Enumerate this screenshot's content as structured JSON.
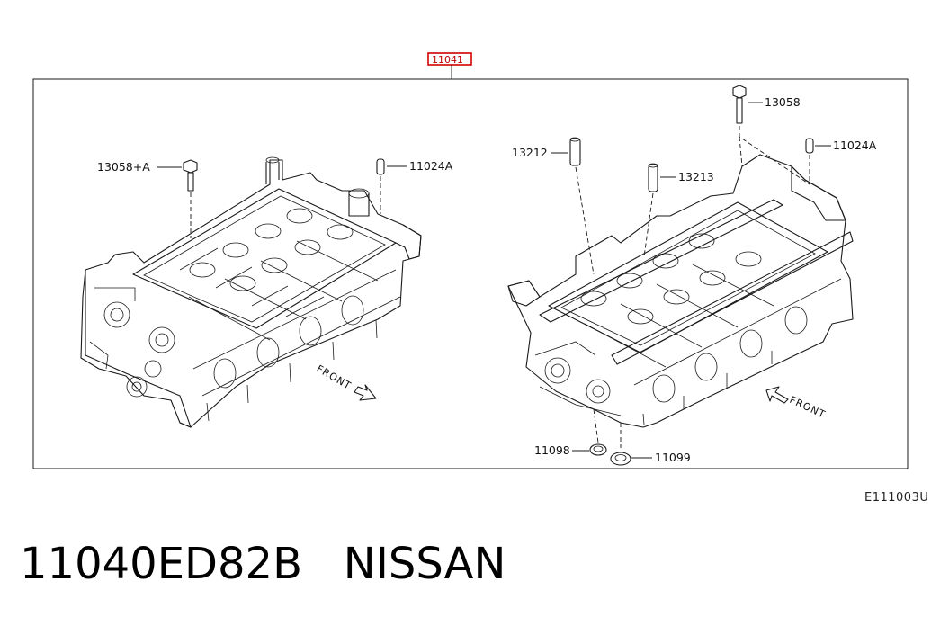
{
  "main_part_ref": "11041",
  "callouts": {
    "bolt_left": "13058+A",
    "dowel_left": "11024A",
    "pin_13212": "13212",
    "pin_13213": "13213",
    "bolt_right": "13058",
    "dowel_right": "11024A",
    "seal_11098": "11098",
    "seal_11099": "11099"
  },
  "direction_labels": {
    "left": "FRONT",
    "right": "FRONT"
  },
  "diagram_code": "E111003U",
  "footer": {
    "part_number": "11040ED82B",
    "brand": "NISSAN"
  },
  "colors": {
    "highlight": "#d00000",
    "line": "#1a1a1a"
  }
}
